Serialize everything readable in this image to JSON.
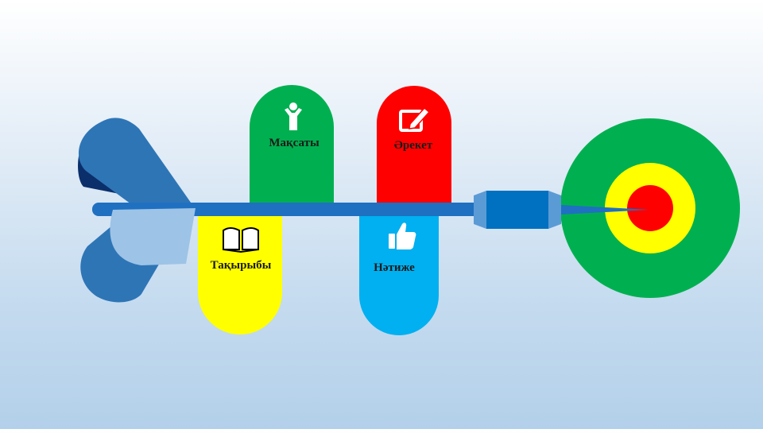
{
  "diagram": {
    "pills": [
      {
        "id": "maksaty",
        "label": "Мақсаты",
        "color": "#00b050",
        "icon": "person-icon"
      },
      {
        "id": "areket",
        "label": "Әрекет",
        "color": "#ff0000",
        "icon": "edit-icon"
      },
      {
        "id": "takyryby",
        "label": "Тақырыбы",
        "color": "#ffff00",
        "icon": "book-icon"
      },
      {
        "id": "natizhe",
        "label": "Нәтиже",
        "color": "#00b0f0",
        "icon": "thumbs-up-icon"
      }
    ],
    "target": {
      "rings": [
        "#00b050",
        "#ffff00",
        "#ff0000"
      ]
    },
    "dart": {
      "shaft_color": "#1f70c1",
      "fin_color": "#2e75b6",
      "fin_light_color": "#9dc3e6",
      "barrel_color": "#0070c0"
    }
  }
}
